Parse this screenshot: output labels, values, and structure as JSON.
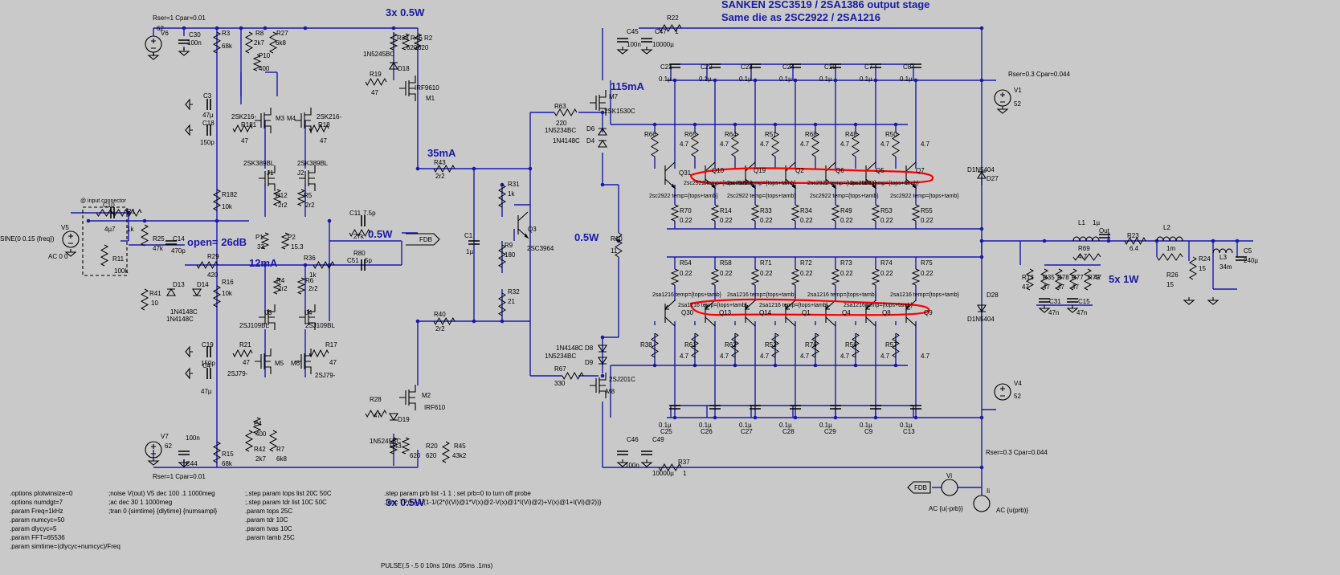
{
  "title": {
    "line1": "SANKEN 2SC3519 / 2SA1386 output stage",
    "line2": "Same die as 2SC2922 / 2SA1216"
  },
  "colors": {
    "background": "#c9c9c9",
    "wire": "#1a1aa8",
    "component": "#000000",
    "annotation": "#ff0000",
    "text_blue": "#1a1aa8"
  },
  "annotations": {
    "power_top": "3x 0.5W",
    "power_bottom": "3x 0.5W",
    "m7_current": "115mA",
    "q3_current": "35mA",
    "r10_power": "0.5W",
    "r80_power": "0.5W",
    "gain": "open= 26dB",
    "jfet_current": "12mA",
    "r69_power": "5x 1W",
    "input_connector": "@ input connector"
  },
  "sources": {
    "v6": {
      "name": "V6",
      "value": "62",
      "parasitics": "Rser=1 Cpar=0.01"
    },
    "v7": {
      "name": "V7",
      "value": "62",
      "parasitics": "Rser=1 Cpar=0.01"
    },
    "v1": {
      "name": "V1",
      "value": "52",
      "parasitics": "Rser=0.3 Cpar=0.044"
    },
    "v4": {
      "name": "V4",
      "value": "52",
      "parasitics": "Rser=0.3 Cpar=0.044"
    },
    "v5": {
      "name": "V5",
      "value": "SINE(0 0.15 {freq})",
      "ac": "AC 0 0"
    },
    "vi": {
      "name": "Vi",
      "value": "AC {u(-prb)}"
    },
    "ii": {
      "name": "Ii",
      "value": "AC {u(prb)}"
    },
    "fdb_label": "FDB"
  },
  "labels": [
    {
      "t": "R3"
    },
    {
      "t": "68k"
    },
    {
      "t": "C30"
    },
    {
      "t": "100n"
    },
    {
      "t": "R8"
    },
    {
      "t": "2k7"
    },
    {
      "t": "R27"
    },
    {
      "t": "6k8"
    },
    {
      "t": "P10"
    },
    {
      "t": "400"
    },
    {
      "t": "R38"
    },
    {
      "t": "R46"
    },
    {
      "t": "R2"
    },
    {
      "t": "620"
    },
    {
      "t": "620"
    },
    {
      "t": "1N5245BC"
    },
    {
      "t": "D18"
    },
    {
      "t": "R19"
    },
    {
      "t": "47"
    },
    {
      "t": "IRF9610"
    },
    {
      "t": "M1"
    },
    {
      "t": "C3"
    },
    {
      "t": "47µ"
    },
    {
      "t": "C18"
    },
    {
      "t": "150p"
    },
    {
      "t": "2SK216-"
    },
    {
      "t": "R181"
    },
    {
      "t": "47"
    },
    {
      "t": "M3"
    },
    {
      "t": "M4"
    },
    {
      "t": "2SK216-"
    },
    {
      "t": "R18"
    },
    {
      "t": "47"
    },
    {
      "t": "2SK389BL"
    },
    {
      "t": "J1"
    },
    {
      "t": "2SK389BL"
    },
    {
      "t": "J2"
    },
    {
      "t": "R182"
    },
    {
      "t": "10k"
    },
    {
      "t": "R12"
    },
    {
      "t": "2r2"
    },
    {
      "t": "R5"
    },
    {
      "t": "2r2"
    },
    {
      "t": "C10"
    },
    {
      "t": "4µ7"
    },
    {
      "t": "R1"
    },
    {
      "t": "1k"
    },
    {
      "t": "R25"
    },
    {
      "t": "47k"
    },
    {
      "t": "C14"
    },
    {
      "t": "470p"
    },
    {
      "t": "R11"
    },
    {
      "t": "100k"
    },
    {
      "t": "P1"
    },
    {
      "t": "33"
    },
    {
      "t": "P2"
    },
    {
      "t": "15.3"
    },
    {
      "t": "C11"
    },
    {
      "t": "7.5p"
    },
    {
      "t": "27k"
    },
    {
      "t": "R80"
    },
    {
      "t": "R29"
    },
    {
      "t": "420"
    },
    {
      "t": "R36"
    },
    {
      "t": "1k"
    },
    {
      "t": "C51"
    },
    {
      "t": "5p"
    },
    {
      "t": "R41"
    },
    {
      "t": "10"
    },
    {
      "t": "D13"
    },
    {
      "t": "1N4148C"
    },
    {
      "t": "D14"
    },
    {
      "t": "1N4148C"
    },
    {
      "t": "R16"
    },
    {
      "t": "10k"
    },
    {
      "t": "R4"
    },
    {
      "t": "2r2"
    },
    {
      "t": "R6"
    },
    {
      "t": "2r2"
    },
    {
      "t": "J3"
    },
    {
      "t": "2SJ109BL"
    },
    {
      "t": "J4"
    },
    {
      "t": "2SJ109BL"
    },
    {
      "t": "C19"
    },
    {
      "t": "150p"
    },
    {
      "t": "R21"
    },
    {
      "t": "47"
    },
    {
      "t": "M5"
    },
    {
      "t": "M6"
    },
    {
      "t": "R17"
    },
    {
      "t": "47"
    },
    {
      "t": "2SJ79-"
    },
    {
      "t": "2SJ79-"
    },
    {
      "t": "C4"
    },
    {
      "t": "47µ"
    },
    {
      "t": "R28"
    },
    {
      "t": "47"
    },
    {
      "t": "M2"
    },
    {
      "t": "IRF610"
    },
    {
      "t": "D19"
    },
    {
      "t": "P4"
    },
    {
      "t": "400"
    },
    {
      "t": "R42"
    },
    {
      "t": "2k7"
    },
    {
      "t": "R7"
    },
    {
      "t": "6k8"
    },
    {
      "t": "1N5245BC"
    },
    {
      "t": "R43"
    },
    {
      "t": "R20"
    },
    {
      "t": "620"
    },
    {
      "t": "620"
    },
    {
      "t": "R45"
    },
    {
      "t": "43k2"
    },
    {
      "t": "R15"
    },
    {
      "t": "68k"
    },
    {
      "t": "100n"
    },
    {
      "t": "C44"
    },
    {
      "t": "R63"
    },
    {
      "t": "220"
    },
    {
      "t": "1N5234BC"
    },
    {
      "t": "D6"
    },
    {
      "t": "1N4148C"
    },
    {
      "t": "D4"
    },
    {
      "t": "M7"
    },
    {
      "t": "2SK1530C"
    },
    {
      "t": "R43"
    },
    {
      "t": "2r2"
    },
    {
      "t": "R31"
    },
    {
      "t": "1k"
    },
    {
      "t": "C1"
    },
    {
      "t": "1µ"
    },
    {
      "t": "R9"
    },
    {
      "t": "180"
    },
    {
      "t": "Q3"
    },
    {
      "t": "2SC3964"
    },
    {
      "t": "R32"
    },
    {
      "t": "21"
    },
    {
      "t": "R40"
    },
    {
      "t": "2r2"
    },
    {
      "t": "1N4148C"
    },
    {
      "t": "D8"
    },
    {
      "t": "1N5234BC"
    },
    {
      "t": "D9"
    },
    {
      "t": "R67"
    },
    {
      "t": "330"
    },
    {
      "t": "2SJ201C"
    },
    {
      "t": "M8"
    },
    {
      "t": "R10"
    },
    {
      "t": "11"
    },
    {
      "t": "C45"
    },
    {
      "t": "100n"
    },
    {
      "t": "C47"
    },
    {
      "t": "10000µ"
    },
    {
      "t": "R22"
    },
    {
      "t": "1"
    },
    {
      "t": "C46"
    },
    {
      "t": "100n"
    },
    {
      "t": "C49"
    },
    {
      "t": "10000µ"
    },
    {
      "t": "R37"
    },
    {
      "t": "1"
    },
    {
      "t": "C21"
    },
    {
      "t": "C22"
    },
    {
      "t": "C23"
    },
    {
      "t": "C24"
    },
    {
      "t": "C10"
    },
    {
      "t": "C7"
    },
    {
      "t": "C8"
    },
    {
      "t": "C25"
    },
    {
      "t": "C26"
    },
    {
      "t": "C27"
    },
    {
      "t": "C28"
    },
    {
      "t": "C29"
    },
    {
      "t": "C9"
    },
    {
      "t": "C13"
    },
    {
      "t": "R66"
    },
    {
      "t": "R65"
    },
    {
      "t": "R64"
    },
    {
      "t": "R51"
    },
    {
      "t": "R68"
    },
    {
      "t": "R48"
    },
    {
      "t": "R50"
    },
    {
      "t": "R70"
    },
    {
      "t": "R14"
    },
    {
      "t": "R33"
    },
    {
      "t": "R34"
    },
    {
      "t": "R49"
    },
    {
      "t": "R53"
    },
    {
      "t": "R55"
    },
    {
      "t": "R54"
    },
    {
      "t": "R58"
    },
    {
      "t": "R71"
    },
    {
      "t": "R72"
    },
    {
      "t": "R73"
    },
    {
      "t": "R74"
    },
    {
      "t": "R75"
    },
    {
      "t": "R38"
    },
    {
      "t": "R61"
    },
    {
      "t": "R62"
    },
    {
      "t": "R52"
    },
    {
      "t": "R76"
    },
    {
      "t": "R56"
    },
    {
      "t": "R57"
    },
    {
      "t": "Q31"
    },
    {
      "t": "Q10"
    },
    {
      "t": "Q19"
    },
    {
      "t": "Q2"
    },
    {
      "t": "Q6"
    },
    {
      "t": "Q5"
    },
    {
      "t": "Q7"
    },
    {
      "t": "Q30"
    },
    {
      "t": "Q13"
    },
    {
      "t": "Q14"
    },
    {
      "t": "Q1"
    },
    {
      "t": "Q4"
    },
    {
      "t": "Q8"
    },
    {
      "t": "Q9"
    },
    {
      "t": "D1N5404"
    },
    {
      "t": "D27"
    },
    {
      "t": "D28"
    },
    {
      "t": "D1N5404"
    },
    {
      "t": "L1"
    },
    {
      "t": "1µ"
    },
    {
      "t": "R69"
    },
    {
      "t": "4.7"
    },
    {
      "t": "R23"
    },
    {
      "t": "6.4"
    },
    {
      "t": "L2"
    },
    {
      "t": "1m"
    },
    {
      "t": "R26"
    },
    {
      "t": "15"
    },
    {
      "t": "R24"
    },
    {
      "t": "15"
    },
    {
      "t": "L3"
    },
    {
      "t": "34m"
    },
    {
      "t": "C5"
    },
    {
      "t": "240µ"
    },
    {
      "t": "R13"
    },
    {
      "t": "R35"
    },
    {
      "t": "R78"
    },
    {
      "t": "R77"
    },
    {
      "t": "R79"
    },
    {
      "t": "47"
    },
    {
      "t": "47"
    },
    {
      "t": "47"
    },
    {
      "t": "47"
    },
    {
      "t": "47"
    },
    {
      "t": "C31"
    },
    {
      "t": "47n"
    },
    {
      "t": "C15"
    },
    {
      "t": "47n"
    },
    {
      "t": "Out"
    }
  ],
  "cap_values": {
    "small": "0.1µ"
  },
  "res_values": {
    "base": "4.7",
    "emitter": "0.22"
  },
  "npn_model": "2sc2922 temp={tops+tamb}",
  "pnp_model": "2sa1216 temp={tops+tamb}",
  "directives": {
    "col1": [
      ".options plotwinsize=0",
      ".options numdgt=7",
      ".param Freq=1kHz",
      ".param numcyc=50",
      ".param dlycyc=5",
      ".param FFT=65536",
      ".param simtime=(dlycyc+numcyc)/Freq"
    ],
    "col2": [
      ";noise V(out) V5 dec 100 .1 1000meg",
      ";ac dec 30 1 1000meg",
      ";tran 0 {simtime} {dlytime} {numsampl}"
    ],
    "col3": [
      ";.step param tops list 20C 50C",
      ";.step param tdr list 10C 50C",
      ".param tops 25C",
      ".param tdr 10C",
      ".param tvas 10C",
      ".param tamb 25C"
    ],
    "col4": [
      ".step param prb list -1 1 ; set prb=0 to turn off probe",
      ".func TP() {-1/(1-1/(2*(I(Vi)@1*V(x)@2-V(x)@1*I(Vi)@2)+V(x)@1+I(Vi)@2))}"
    ],
    "pulse": "PULSE(.5 -.5 0 10ns 10ns .05ms .1ms)"
  }
}
